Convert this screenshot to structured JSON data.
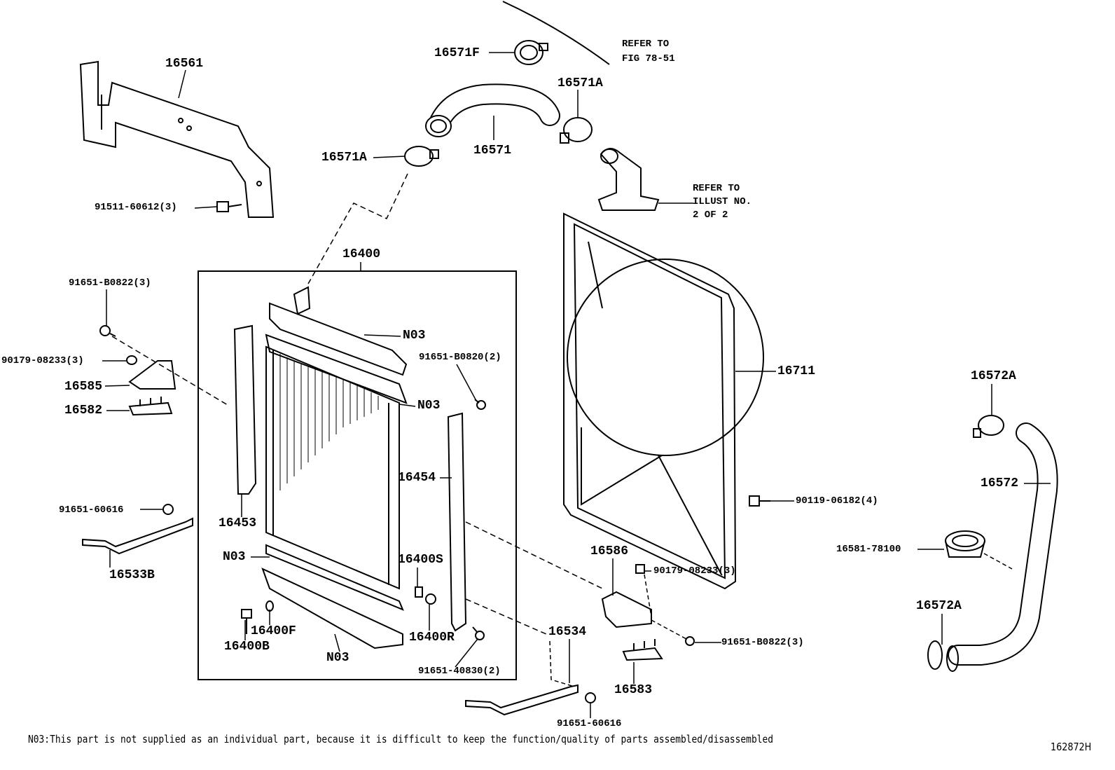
{
  "callouts": {
    "p16561": "16561",
    "p91511": "91511-60612(3)",
    "p16571F": "16571F",
    "refer1a": "REFER TO",
    "refer1b": "FIG 78-51",
    "p16571A_a": "16571A",
    "p16571": "16571",
    "p16571A_b": "16571A",
    "refer2a": "REFER TO",
    "refer2b": "ILLUST NO.",
    "refer2c": "2 OF 2",
    "p16400": "16400",
    "p91651B0822a": "91651-B0822(3)",
    "n03a": "N03",
    "p90179a": "90179-08233(3)",
    "p91651B0820": "91651-B0820(2)",
    "p16711": "16711",
    "p16585": "16585",
    "n03b": "N03",
    "p16582": "16582",
    "p16572A_a": "16572A",
    "p16454": "16454",
    "p16572": "16572",
    "p91651_60616a": "91651-60616",
    "p90119": "90119-06182(4)",
    "p16453": "16453",
    "p16581": "16581-78100",
    "p16586": "16586",
    "n03c": "N03",
    "p16400S": "16400S",
    "p90179b": "90179-08233(3)",
    "p16533B": "16533B",
    "p16572A_b": "16572A",
    "p16400F": "16400F",
    "p16400R": "16400R",
    "p16534": "16534",
    "p91651B0822b": "91651-B0822(3)",
    "p16400B": "16400B",
    "n03d": "N03",
    "p91651_40830": "91651-40830(2)",
    "p16583": "16583",
    "p91651_60616b": "91651-60616"
  },
  "footer": {
    "note": "N03:This part is not supplied as an individual part, because it is difficult to keep the function/quality of parts assembled/disassembled",
    "illustration_id": "162872H"
  }
}
